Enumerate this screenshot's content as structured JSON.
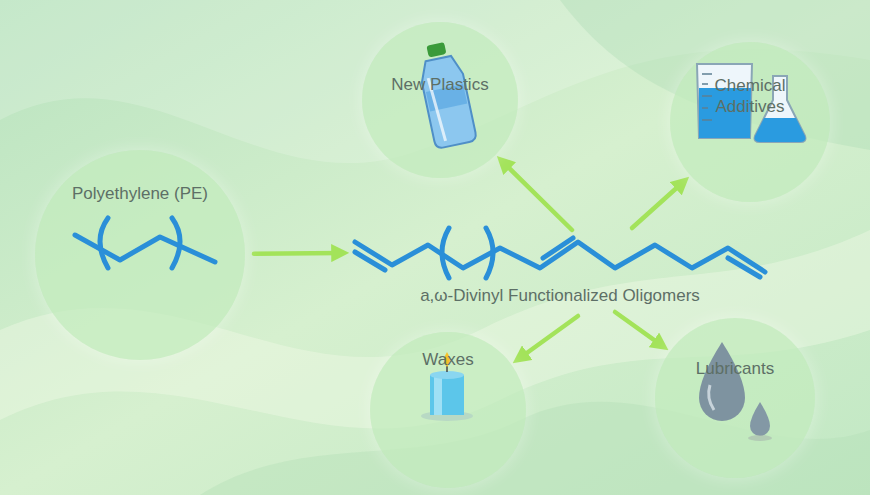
{
  "diagram": {
    "nodes": [
      {
        "text": [
          "Polyethylene (PE)"
        ]
      },
      {
        "text": [
          "a,ω-Divinyl Functionalized Oligomers"
        ]
      },
      {
        "text": [
          "New Plastics"
        ]
      },
      {
        "text": [
          "Chemical Additives"
        ]
      },
      {
        "text": [
          "Waxes"
        ]
      },
      {
        "text": [
          "Lubricants"
        ]
      }
    ],
    "edges": [
      {
        "from": 0,
        "to": 1,
        "arrow": "to"
      },
      {
        "from": 1,
        "to": 2,
        "arrow": "to"
      },
      {
        "from": 1,
        "to": 3,
        "arrow": "to"
      },
      {
        "from": 1,
        "to": 4,
        "arrow": "to"
      },
      {
        "from": 1,
        "to": 5,
        "arrow": "to"
      }
    ]
  }
}
